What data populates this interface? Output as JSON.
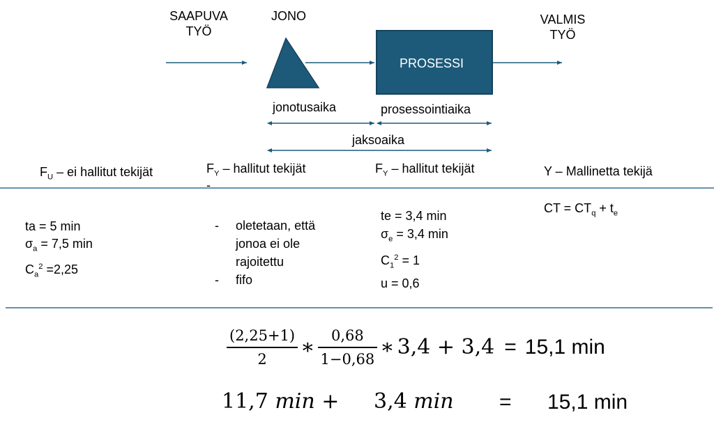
{
  "top": {
    "incoming": [
      "SAAPUVA",
      "TYÖ"
    ],
    "queue": "JONO",
    "done": [
      "VALMIS",
      "TYÖ"
    ],
    "process": "PROSESSI",
    "wait_time": "jonotusaika",
    "process_time": "prosessointiaika",
    "cycle_time": "jaksoaika"
  },
  "columns": {
    "col1": {
      "heading_pre": "F",
      "heading_sub": "U",
      "heading_post": " – ei hallitut tekijät",
      "ta": "ta = 5 min",
      "sigma_sym": "σ",
      "sigma_sub": "a",
      "sigma_rest": " = 7,5 min",
      "c_sym": "C",
      "c_sub": "a",
      "c_sup": "2",
      "c_rest": " =2,25"
    },
    "col2": {
      "heading_pre": "F",
      "heading_sub": "Y",
      "heading_post": " – hallitut tekijät",
      "stray_dash": "-",
      "bullet_dash": "-",
      "items": [
        "oletetaan, että",
        "jonoa ei ole",
        "rajoitettu",
        "fifo"
      ]
    },
    "col3": {
      "heading_pre": "F",
      "heading_sub": "Y",
      "heading_post": " – hallitut tekijät",
      "te": "te = 3,4 min",
      "sigma_sym": "σ",
      "sigma_sub": "e",
      "sigma_rest": " = 3,4 min",
      "c_sym": "C",
      "c_sub": "1",
      "c_sup": "2",
      "c_rest": " = 1",
      "u": "u = 0,6"
    },
    "col4": {
      "heading": "Y – Mallinetta tekijä",
      "ct_pre": "CT = CT",
      "ct_sub_q": "q",
      "ct_mid": " + t",
      "ct_sub_e": "e"
    }
  },
  "formula": {
    "frac1_num": "(2,25+1)",
    "frac1_den": "2",
    "op_mul": "∗",
    "frac2_num": "0,68",
    "frac2_den": "1−0,68",
    "term": "3,4 + 3,4",
    "equals": "=",
    "result": "15,1 min",
    "line2_a": "11,7 ",
    "line2_a_unit": "min",
    "line2_plus": " +",
    "line2_b": "3,4 ",
    "line2_b_unit": "min",
    "line2_equals": "=",
    "line2_result": "15,1 min"
  },
  "colors": {
    "process_fill": "#1d5a7a",
    "process_border": "#16425c",
    "arrow": "#1d5a7a",
    "divider": "#2e6e92"
  }
}
